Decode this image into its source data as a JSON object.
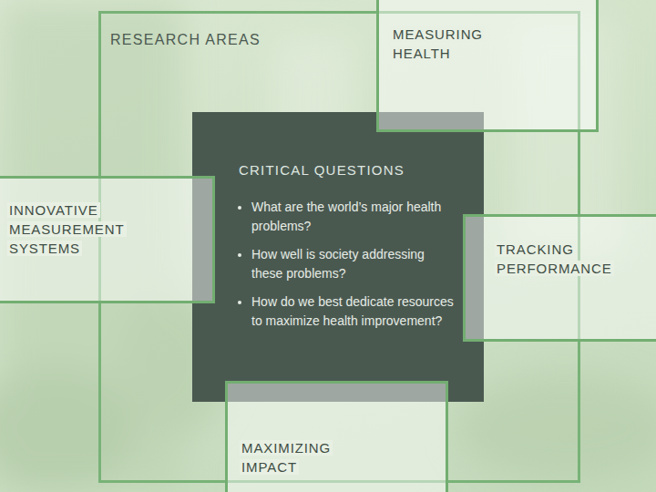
{
  "diagram": {
    "nodes": [
      {
        "text": [
          "RESEARCH AREAS"
        ]
      },
      {
        "text": [
          "MEASURING HEALTH"
        ]
      },
      {
        "text": [
          "CRITICAL QUESTIONS",
          "What are the world’s major health problems?",
          "How well is society addressing these problems?",
          "How do we best dedicate resources to maximize health improvement?"
        ]
      },
      {
        "text": [
          "INNOVATIVE MEASUREMENT SYSTEMS"
        ]
      },
      {
        "text": [
          "TRACKING PERFORMANCE"
        ]
      },
      {
        "text": [
          "MAXIMIZING IMPACT"
        ]
      }
    ]
  }
}
